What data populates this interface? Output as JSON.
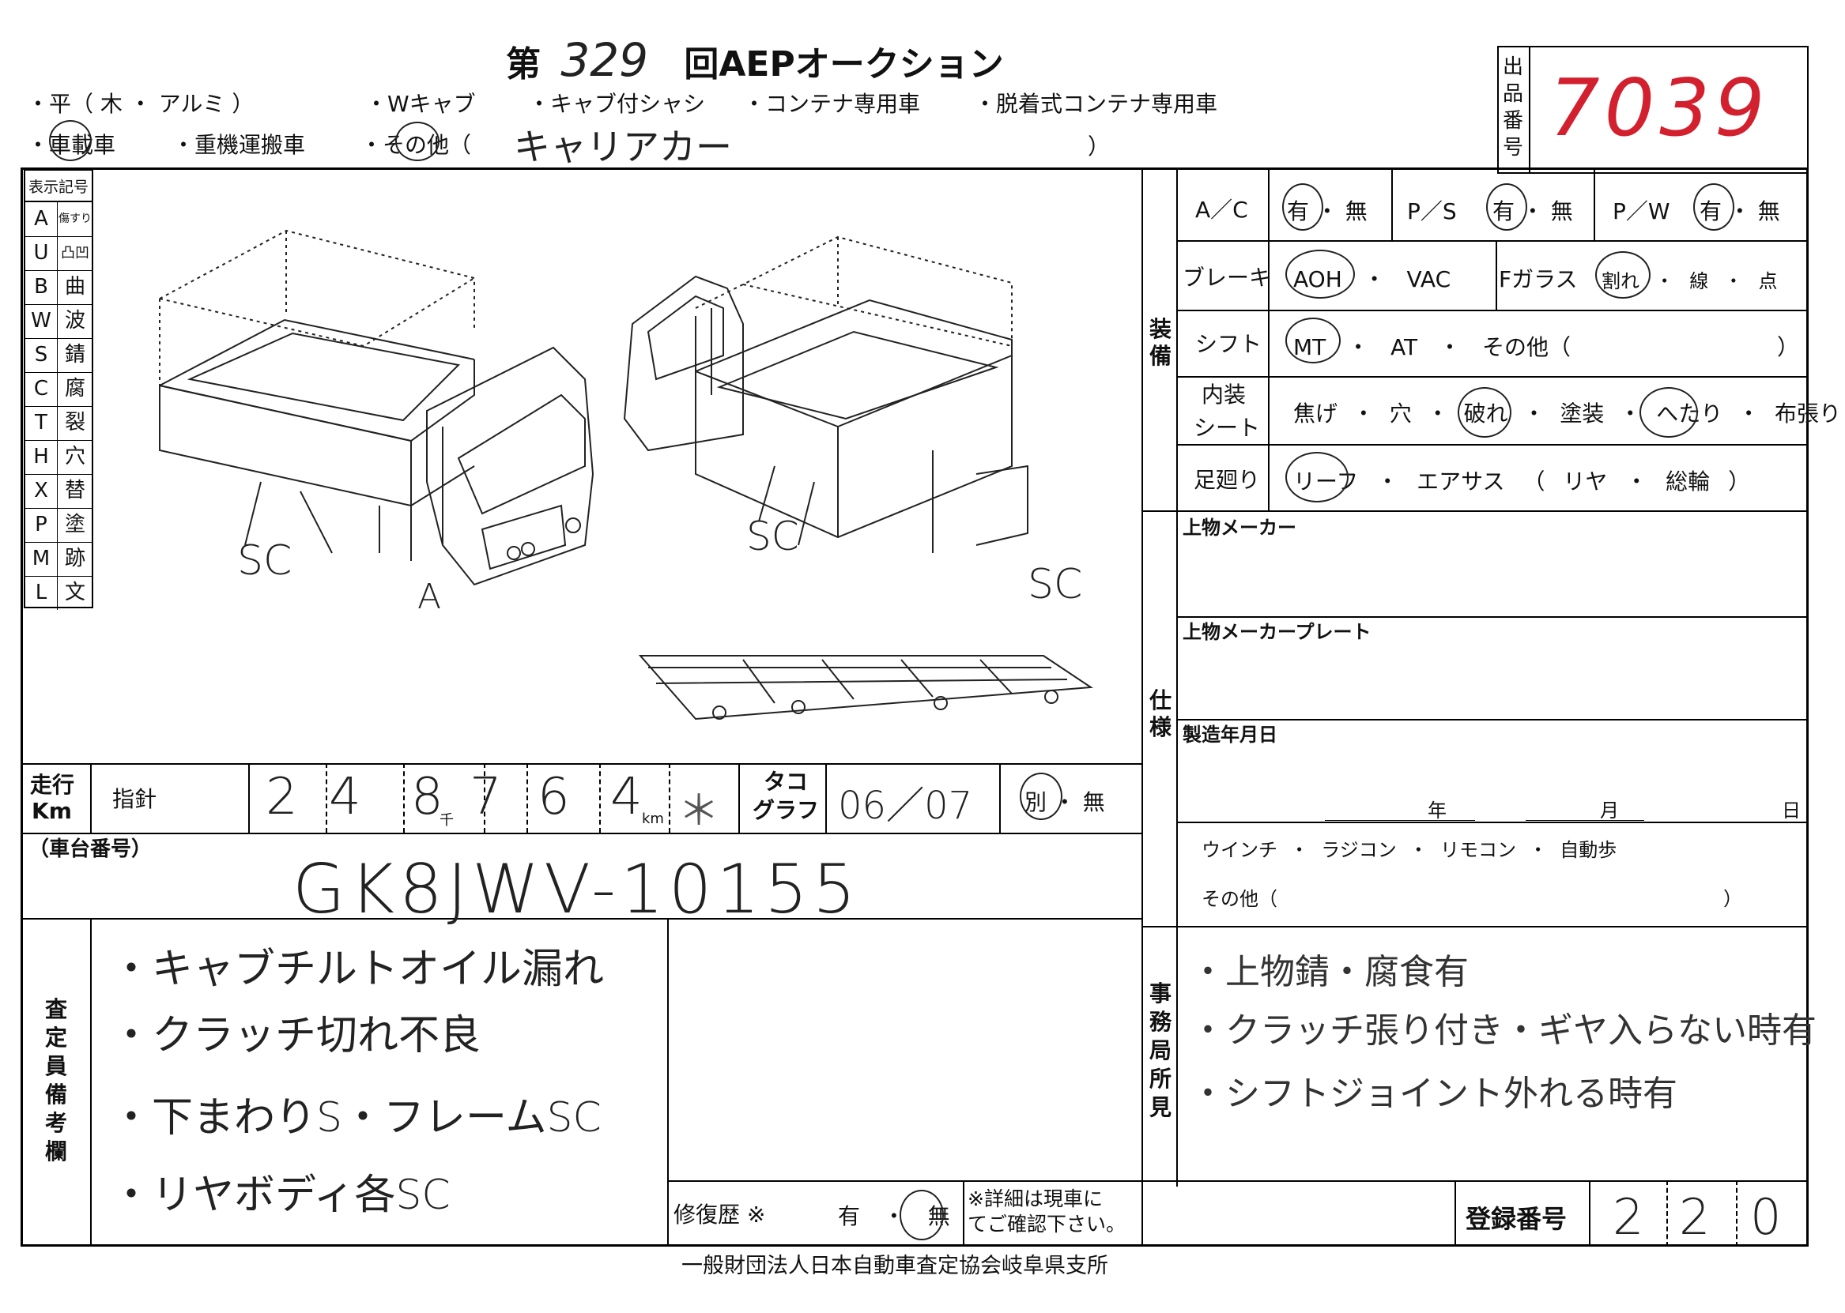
{
  "header": {
    "title_prefix": "第",
    "round_number": "329",
    "title_suffix": "回AEPオークション",
    "listing_label": "出品番号",
    "listing_number": "7039"
  },
  "body_types": {
    "row1": [
      "・平（ 木 ・ アルミ ）",
      "・Wキャブ",
      "・キャブ付シャシ",
      "・コンテナ専用車",
      "・脱着式コンテナ専用車"
    ],
    "row2": [
      "・車載車",
      "・重機運搬車",
      "・その他（"
    ],
    "other_value": "キャリアカー",
    "other_close": "）"
  },
  "legend": {
    "title": "表示記号",
    "items": [
      {
        "code": "A",
        "meaning": "傷すり"
      },
      {
        "code": "U",
        "meaning": "凸凹"
      },
      {
        "code": "B",
        "meaning": "曲"
      },
      {
        "code": "W",
        "meaning": "波"
      },
      {
        "code": "S",
        "meaning": "錆"
      },
      {
        "code": "C",
        "meaning": "腐"
      },
      {
        "code": "T",
        "meaning": "裂"
      },
      {
        "code": "H",
        "meaning": "穴"
      },
      {
        "code": "X",
        "meaning": "替"
      },
      {
        "code": "P",
        "meaning": "塗"
      },
      {
        "code": "M",
        "meaning": "跡"
      },
      {
        "code": "L",
        "meaning": "文"
      }
    ]
  },
  "diagram_marks": {
    "sc_left": "SC",
    "a_front": "A",
    "sc_mid": "SC",
    "sc_right": "SC"
  },
  "equipment": {
    "section_label": "装備",
    "ac": {
      "label": "A／C",
      "options": "有 ・ 無"
    },
    "ps": {
      "label": "P／S",
      "options": "有 ・ 無"
    },
    "pw": {
      "label": "P／W",
      "options": "有 ・ 無"
    },
    "brake": {
      "label": "ブレーキ",
      "options": "AOH ・ VAC"
    },
    "fglass": {
      "label": "Fガラス",
      "options": "割れ ・ 線 ・ 点"
    },
    "shift": {
      "label": "シフト",
      "options": "MT ・ AT ・ その他（",
      "close": "）"
    },
    "interior": {
      "label1": "内装",
      "label2": "シート",
      "options": "焦げ ・ 穴 ・ 破れ ・ 塗装 ・ へたり ・ 布張り"
    },
    "suspension": {
      "label": "足廻り",
      "options": "リーフ ・ エアサス （ リヤ ・ 総輪 ）"
    }
  },
  "spec": {
    "section_label": "仕様",
    "maker": "上物メーカー",
    "maker_plate": "上物メーカープレート",
    "mfg_date": "製造年月日",
    "year": "年",
    "month": "月",
    "day": "日",
    "options_line": "ウインチ ・ ラジコン ・ リモコン ・ 自動歩",
    "other": "その他（",
    "other_close": "）"
  },
  "mileage": {
    "label1": "走行",
    "label2": "Km",
    "indicator": "指針",
    "digits": [
      "2",
      "4",
      "8",
      "7",
      "6",
      "4"
    ],
    "thousand_unit": "千",
    "km_unit": "km",
    "flag": "＊",
    "tacho_label1": "タコ",
    "tacho_label2": "グラフ",
    "tacho_value": "06／07",
    "separate_options": "別 ・ 無"
  },
  "chassis": {
    "label": "（車台番号）",
    "value": "GK8JWV-10155"
  },
  "inspector": {
    "section_label": "査定員備考欄",
    "notes": [
      "・キャブチルトオイル漏れ",
      "・クラッチ切れ不良",
      "・下まわりS・フレームSC",
      "・リヤボディ各SC"
    ]
  },
  "office": {
    "section_label": "事務局所見",
    "notes": [
      "・上物錆・腐食有",
      "・クラッチ張り付き・ギヤ入らない時有",
      "・シフトジョイント外れる時有"
    ]
  },
  "repair": {
    "label": "修復歴 ※",
    "options": "有 ・ 無",
    "note1": "※詳細は現車に",
    "note2": "てご確認下さい。"
  },
  "registration": {
    "label": "登録番号",
    "digits": [
      "2",
      "2",
      "0"
    ]
  },
  "footer": "一般財団法人日本自動車査定協会岐阜県支所"
}
